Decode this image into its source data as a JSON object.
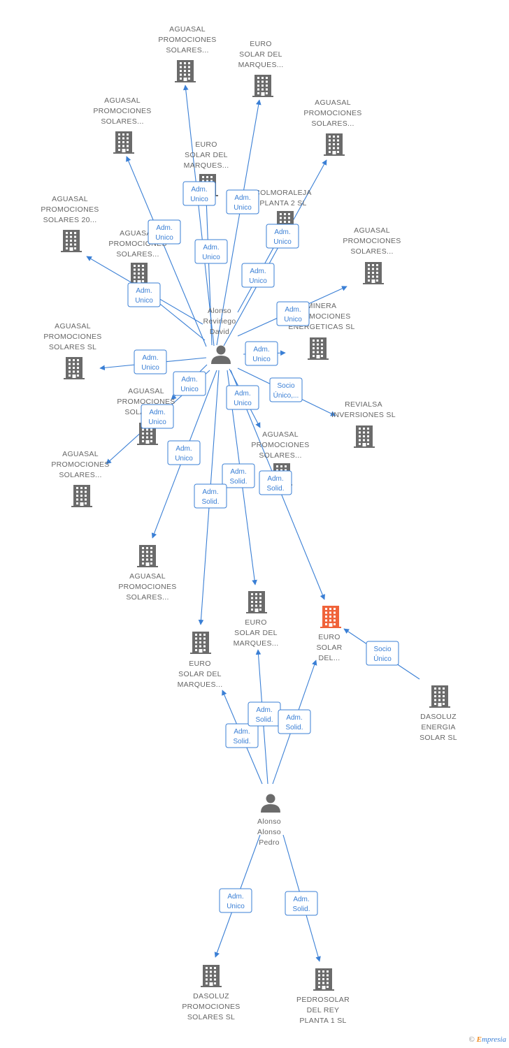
{
  "nodes": [
    {
      "id": "aguasal_top",
      "kind": "company",
      "label": [
        "AGUASAL",
        "PROMOCIONES",
        "SOLARES..."
      ]
    },
    {
      "id": "euro_top",
      "kind": "company",
      "label": [
        "EURO",
        "SOLAR DEL",
        "MARQUES..."
      ]
    },
    {
      "id": "aguasal_upleft",
      "kind": "company",
      "label": [
        "AGUASAL",
        "PROMOCIONES",
        "SOLARES..."
      ]
    },
    {
      "id": "aguasal_upright",
      "kind": "company",
      "label": [
        "AGUASAL",
        "PROMOCIONES",
        "SOLARES..."
      ]
    },
    {
      "id": "euro_mid",
      "kind": "company",
      "label": [
        "EURO",
        "SOLAR DEL",
        "MARQUES..."
      ]
    },
    {
      "id": "colmoraleja",
      "kind": "company",
      "label": [
        "COLMORALEJA",
        "PLANTA 2 SL"
      ]
    },
    {
      "id": "aguasal_20",
      "kind": "company",
      "label": [
        "AGUASAL",
        "PROMOCIONES",
        "SOLARES 20..."
      ]
    },
    {
      "id": "aguasal_mid",
      "kind": "company",
      "label": [
        "AGUASAL",
        "PROMOCIONES",
        "SOLARES..."
      ]
    },
    {
      "id": "aguasal_right",
      "kind": "company",
      "label": [
        "AGUASAL",
        "PROMOCIONES",
        "SOLARES..."
      ]
    },
    {
      "id": "minera",
      "kind": "company",
      "label": [
        "MINERA",
        "PROMOCIONES",
        "ENERGETICAS SL"
      ]
    },
    {
      "id": "aguasal_sl",
      "kind": "company",
      "label": [
        "AGUASAL",
        "PROMOCIONES",
        "SOLARES SL"
      ]
    },
    {
      "id": "revialsa",
      "kind": "company",
      "label": [
        "REVIALSA",
        "INVERSIONES SL"
      ]
    },
    {
      "id": "aguasal_center",
      "kind": "company",
      "label": [
        "AGUASAL",
        "PROMOCIONES",
        "SOLARES..."
      ]
    },
    {
      "id": "aguasal_left",
      "kind": "company",
      "label": [
        "AGUASAL",
        "PROMOCIONES",
        "SOLARES..."
      ]
    },
    {
      "id": "aguasal_cright",
      "kind": "company",
      "label": [
        "AGUASAL",
        "PROMOCIONES",
        "SOLARES..."
      ]
    },
    {
      "id": "aguasal_bottom",
      "kind": "company",
      "label": [
        "AGUASAL",
        "PROMOCIONES",
        "SOLARES..."
      ]
    },
    {
      "id": "euro_b1",
      "kind": "company",
      "label": [
        "EURO",
        "SOLAR DEL",
        "MARQUES..."
      ]
    },
    {
      "id": "euro_b2",
      "kind": "company",
      "label": [
        "EURO",
        "SOLAR DEL",
        "MARQUES..."
      ]
    },
    {
      "id": "euro_main",
      "kind": "company",
      "active": true,
      "label": [
        "EURO",
        "SOLAR",
        "DEL..."
      ]
    },
    {
      "id": "dasoluz_energia",
      "kind": "company",
      "label": [
        "DASOLUZ",
        "ENERGIA",
        "SOLAR SL"
      ]
    },
    {
      "id": "david",
      "kind": "person",
      "label": [
        "Alonso",
        "Reviriego",
        "David"
      ]
    },
    {
      "id": "pedro",
      "kind": "person",
      "label": [
        "Alonso",
        "Alonso",
        "Pedro"
      ]
    },
    {
      "id": "dasoluz_prom",
      "kind": "company",
      "label": [
        "DASOLUZ",
        "PROMOCIONES",
        "SOLARES SL"
      ]
    },
    {
      "id": "pedrosolar",
      "kind": "company",
      "label": [
        "PEDROSOLAR",
        "DEL REY",
        "PLANTA 1 SL"
      ]
    }
  ],
  "edges": [
    {
      "from": "david",
      "to": "aguasal_top",
      "label": [
        "Adm.",
        "Unico"
      ]
    },
    {
      "from": "david",
      "to": "euro_top",
      "label": [
        "Adm.",
        "Unico"
      ]
    },
    {
      "from": "david",
      "to": "aguasal_upleft",
      "label": [
        "Adm.",
        "Unico"
      ]
    },
    {
      "from": "david",
      "to": "aguasal_upright",
      "label": [
        "Adm.",
        "Unico"
      ]
    },
    {
      "from": "david",
      "to": "euro_mid",
      "label": [
        "Adm.",
        "Unico"
      ]
    },
    {
      "from": "david",
      "to": "colmoraleja",
      "label": [
        "Adm.",
        "Unico"
      ]
    },
    {
      "from": "david",
      "to": "aguasal_20",
      "label": [
        "Adm.",
        "Unico"
      ]
    },
    {
      "from": "david",
      "to": "aguasal_mid",
      "label": [
        "Adm.",
        "Unico"
      ]
    },
    {
      "from": "david",
      "to": "aguasal_right",
      "label": [
        "Adm.",
        "Unico"
      ]
    },
    {
      "from": "david",
      "to": "minera",
      "label": [
        "Adm.",
        "Unico"
      ]
    },
    {
      "from": "david",
      "to": "aguasal_sl",
      "label": [
        "Adm.",
        "Unico"
      ]
    },
    {
      "from": "david",
      "to": "revialsa",
      "label": [
        "Socio",
        "Único,..."
      ]
    },
    {
      "from": "david",
      "to": "aguasal_center",
      "label": [
        "Adm.",
        "Unico"
      ]
    },
    {
      "from": "david",
      "to": "aguasal_left",
      "label": [
        "Adm.",
        "Unico"
      ]
    },
    {
      "from": "david",
      "to": "aguasal_cright",
      "label": [
        "Adm.",
        "Unico"
      ]
    },
    {
      "from": "david",
      "to": "aguasal_bottom",
      "label": [
        "Adm.",
        "Unico"
      ]
    },
    {
      "from": "david",
      "to": "euro_b1",
      "label": [
        "Adm.",
        "Solid."
      ]
    },
    {
      "from": "david",
      "to": "euro_b2",
      "label": [
        "Adm.",
        "Solid."
      ]
    },
    {
      "from": "david",
      "to": "euro_main",
      "label": [
        "Adm.",
        "Solid."
      ]
    },
    {
      "from": "dasoluz_energia",
      "to": "euro_main",
      "label": [
        "Socio",
        "Único"
      ]
    },
    {
      "from": "pedro",
      "to": "euro_b1",
      "label": [
        "Adm.",
        "Solid."
      ]
    },
    {
      "from": "pedro",
      "to": "euro_b2",
      "label": [
        "Adm.",
        "Solid."
      ]
    },
    {
      "from": "pedro",
      "to": "euro_main",
      "label": [
        "Adm.",
        "Solid."
      ]
    },
    {
      "from": "pedro",
      "to": "dasoluz_prom",
      "label": [
        "Adm.",
        "Unico"
      ]
    },
    {
      "from": "pedro",
      "to": "pedrosolar",
      "label": [
        "Adm.",
        "Solid."
      ]
    }
  ],
  "watermark": {
    "copyright": "©",
    "brand_first": "E",
    "brand_rest": "mpresia"
  }
}
